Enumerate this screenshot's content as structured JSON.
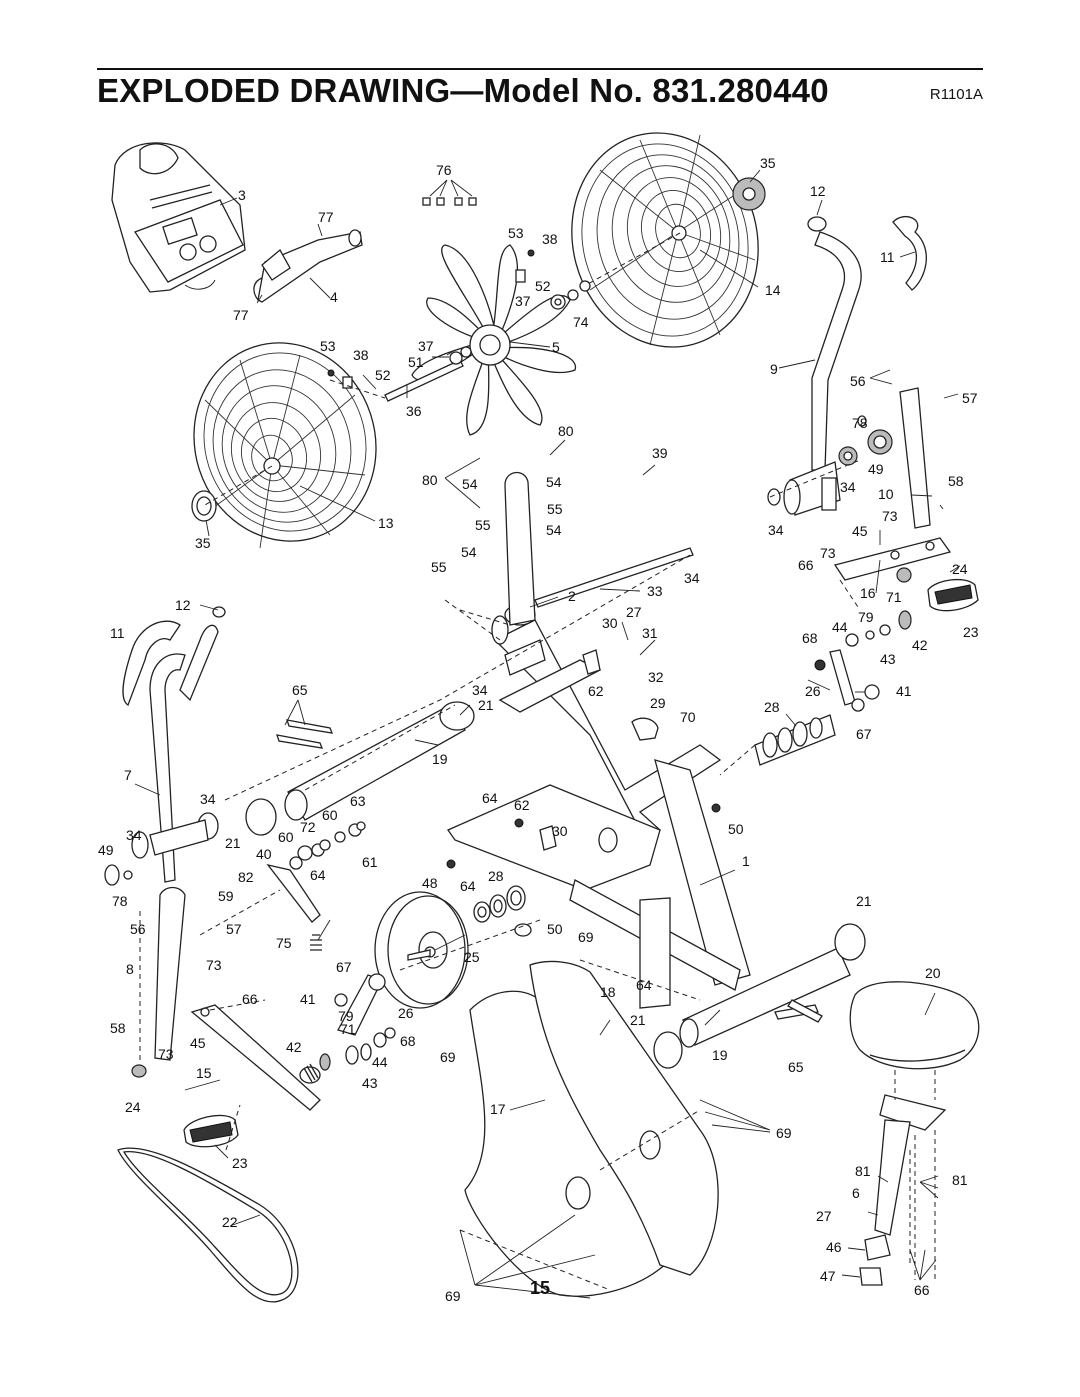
{
  "header": {
    "title": "EXPLODED DRAWING—Model No. 831.280440",
    "code": "R1101A"
  },
  "footer": {
    "page_number": "15"
  },
  "callouts": [
    "76",
    "35",
    "12",
    "3",
    "77",
    "53",
    "38",
    "11",
    "52",
    "14",
    "4",
    "37",
    "74",
    "77",
    "53",
    "38",
    "37",
    "5",
    "9",
    "51",
    "52",
    "36",
    "56",
    "57",
    "78",
    "80",
    "39",
    "49",
    "80",
    "54",
    "54",
    "34",
    "10",
    "58",
    "55",
    "73",
    "13",
    "55",
    "54",
    "34",
    "45",
    "35",
    "54",
    "66",
    "73",
    "24",
    "55",
    "2",
    "33",
    "34",
    "16",
    "71",
    "12",
    "30",
    "27",
    "79",
    "23",
    "11",
    "31",
    "44",
    "68",
    "42",
    "43",
    "32",
    "62",
    "34",
    "65",
    "21",
    "26",
    "41",
    "29",
    "28",
    "70",
    "67",
    "19",
    "7",
    "34",
    "64",
    "62",
    "63",
    "60",
    "50",
    "30",
    "34",
    "72",
    "21",
    "60",
    "49",
    "40",
    "61",
    "1",
    "82",
    "64",
    "48",
    "64",
    "28",
    "78",
    "59",
    "57",
    "56",
    "21",
    "50",
    "69",
    "75",
    "25",
    "8",
    "73",
    "67",
    "20",
    "66",
    "18",
    "64",
    "41",
    "79",
    "26",
    "58",
    "21",
    "71",
    "42",
    "68",
    "44",
    "69",
    "45",
    "73",
    "19",
    "65",
    "15",
    "43",
    "24",
    "17",
    "69",
    "81",
    "81",
    "6",
    "23",
    "27",
    "22",
    "46",
    "47",
    "66",
    "69"
  ]
}
